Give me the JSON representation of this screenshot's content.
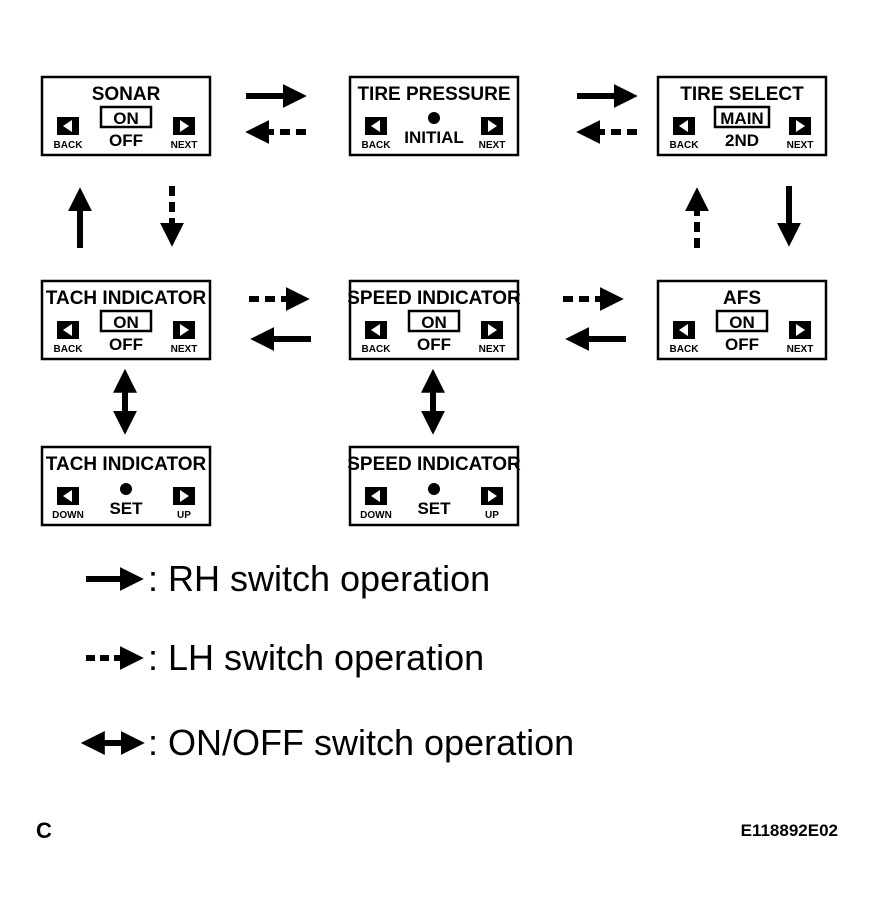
{
  "screens": {
    "sonar": {
      "title": "SONAR",
      "opt1": "ON",
      "opt2": "OFF",
      "left": "BACK",
      "right": "NEXT"
    },
    "tire_pressure": {
      "title": "TIRE PRESSURE",
      "center": "INITIAL",
      "left": "BACK",
      "right": "NEXT"
    },
    "tire_select": {
      "title": "TIRE SELECT",
      "opt1": "MAIN",
      "opt2": "2ND",
      "left": "BACK",
      "right": "NEXT"
    },
    "tach": {
      "title": "TACH INDICATOR",
      "opt1": "ON",
      "opt2": "OFF",
      "left": "BACK",
      "right": "NEXT"
    },
    "speed": {
      "title": "SPEED INDICATOR",
      "opt1": "ON",
      "opt2": "OFF",
      "left": "BACK",
      "right": "NEXT"
    },
    "afs": {
      "title": "AFS",
      "opt1": "ON",
      "opt2": "OFF",
      "left": "BACK",
      "right": "NEXT"
    },
    "tach_set": {
      "title": "TACH INDICATOR",
      "center": "SET",
      "left": "DOWN",
      "right": "UP"
    },
    "speed_set": {
      "title": "SPEED INDICATOR",
      "center": "SET",
      "left": "DOWN",
      "right": "UP"
    }
  },
  "legend": {
    "rh": ": RH switch operation",
    "lh": ": LH switch operation",
    "onoff": ": ON/OFF switch operation"
  },
  "corner_label": "C",
  "figure_code": "E118892E02"
}
